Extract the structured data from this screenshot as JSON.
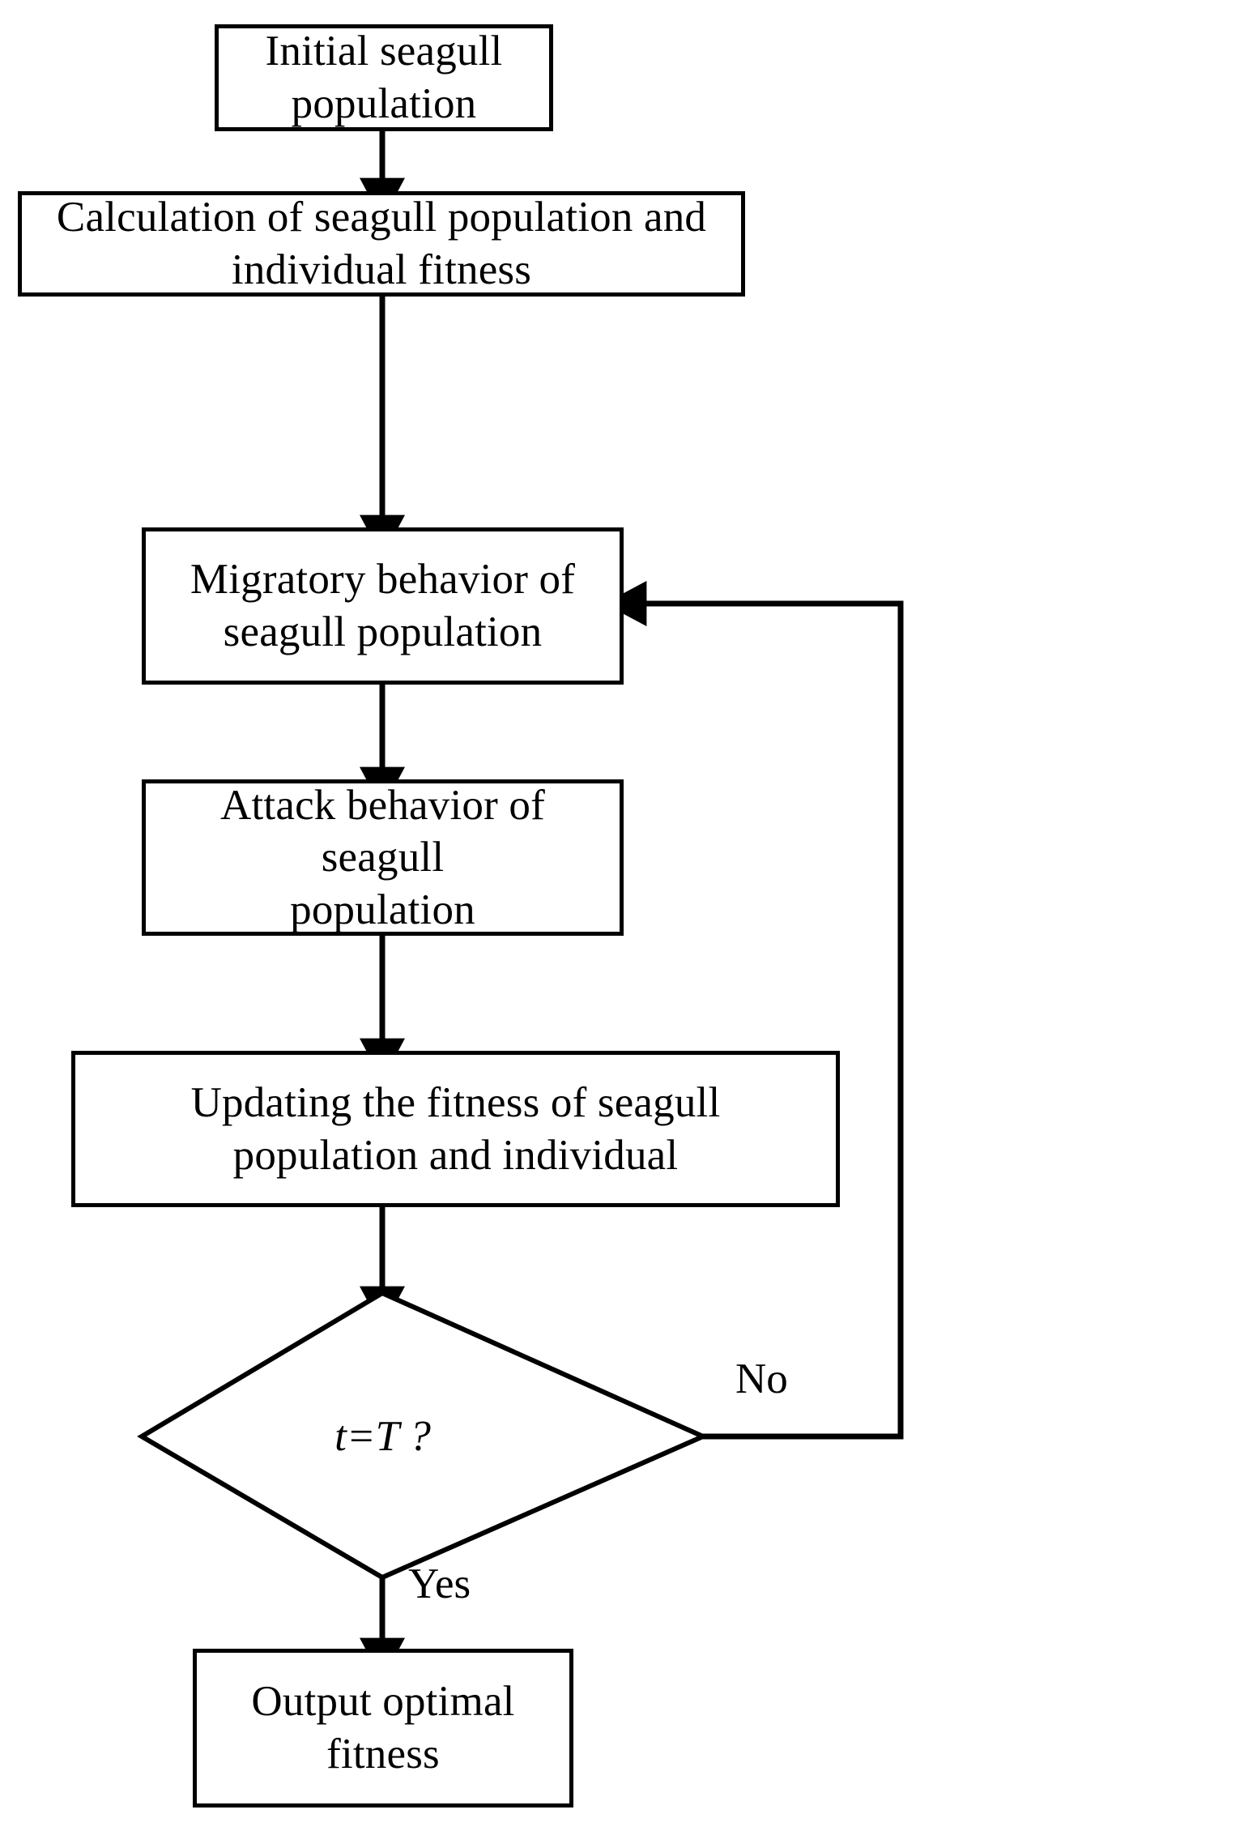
{
  "diagram": {
    "type": "flowchart",
    "title": "Seagull Optimization Algorithm flowchart",
    "background": "#ffffff",
    "stroke_color": "#000000",
    "nodes": [
      {
        "id": "init",
        "shape": "rectangle",
        "line1": "Initial seagull",
        "line2": "population"
      },
      {
        "id": "calc",
        "shape": "rectangle",
        "line1": "Calculation of seagull population and",
        "line2": "individual fitness"
      },
      {
        "id": "migratory",
        "shape": "rectangle",
        "line1": "Migratory behavior of",
        "line2": "seagull population"
      },
      {
        "id": "attack",
        "shape": "rectangle",
        "line1": "Attack behavior of seagull",
        "line2": "population"
      },
      {
        "id": "updating",
        "shape": "rectangle",
        "line1": "Updating the fitness of seagull",
        "line2": "population and individual"
      },
      {
        "id": "decision",
        "shape": "diamond",
        "line1": "t=T ?",
        "line2": ""
      },
      {
        "id": "output",
        "shape": "rectangle",
        "line1": "Output optimal",
        "line2": "fitness"
      }
    ],
    "edge_labels": {
      "no": "No",
      "yes": "Yes"
    }
  }
}
